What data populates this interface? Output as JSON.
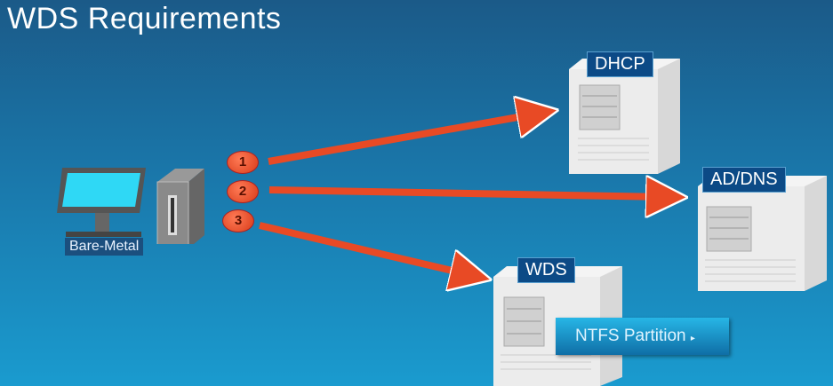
{
  "title": "WDS Requirements",
  "client": {
    "label": "Bare-Metal"
  },
  "steps": [
    "1",
    "2",
    "3"
  ],
  "servers": {
    "dhcp": "DHCP",
    "addns": "AD/DNS",
    "wds": "WDS"
  },
  "wds_partition": "NTFS Partition",
  "colors": {
    "arrow": "#e84a25",
    "label_bg": "#0c4a86",
    "screen": "#2fd8f5"
  }
}
